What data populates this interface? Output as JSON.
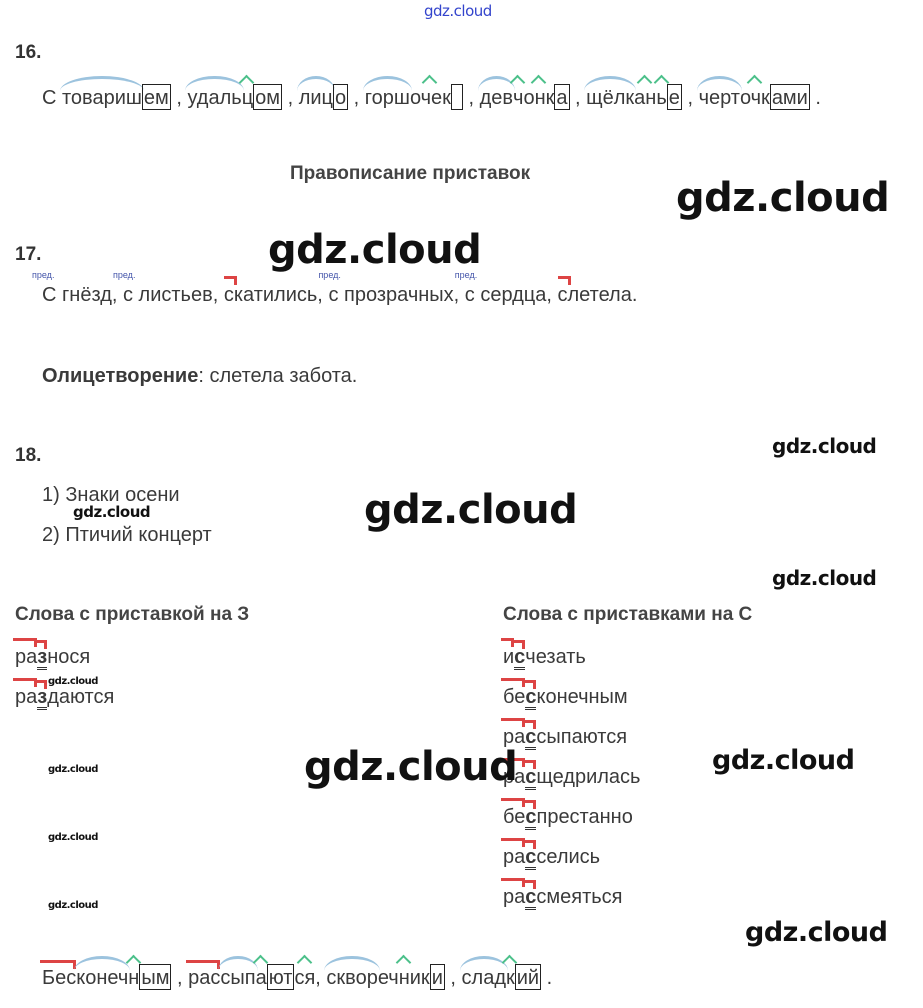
{
  "watermarks": {
    "top": "gdz.cloud",
    "w1": "gdz.cloud",
    "w2": "gdz.cloud",
    "w3": "gdz.cloud",
    "w4": "gdz.cloud",
    "w5": "gdz.cloud",
    "w6": "gdz.cloud",
    "w7": "gdz.cloud",
    "w8": "gdz.cloud",
    "w9": "gdz.cloud",
    "w10": "gdz.cloud",
    "w11": "gdz.cloud",
    "w12": "gdz.cloud"
  },
  "ex16": {
    "number": "16.",
    "line": [
      {
        "t": "С "
      },
      {
        "w": [
          [
            "товариш",
            "root"
          ],
          [
            "ем",
            "end"
          ]
        ]
      },
      {
        "t": " , "
      },
      {
        "w": [
          [
            "удаль",
            "root"
          ],
          [
            "ц",
            "suf"
          ],
          [
            "ом",
            "end"
          ]
        ]
      },
      {
        "t": " , "
      },
      {
        "w": [
          [
            "лиц",
            "root"
          ],
          [
            "о",
            "end"
          ]
        ]
      },
      {
        "t": " , "
      },
      {
        "w": [
          [
            "горш",
            "root"
          ],
          [
            "очек",
            "suf"
          ],
          [
            "",
            "end"
          ]
        ]
      },
      {
        "t": " , "
      },
      {
        "w": [
          [
            "дев",
            "root"
          ],
          [
            "ч",
            "suf"
          ],
          [
            "онк",
            "suf"
          ],
          [
            "а",
            "end"
          ]
        ]
      },
      {
        "t": " , "
      },
      {
        "w": [
          [
            "щёлк",
            "root"
          ],
          [
            "ан",
            "suf"
          ],
          [
            "ь",
            "suf"
          ],
          [
            "е",
            "end"
          ]
        ]
      },
      {
        "t": " , "
      },
      {
        "w": [
          [
            "черт",
            "root"
          ],
          [
            "очк",
            "suf"
          ],
          [
            "ами",
            "end"
          ]
        ]
      },
      {
        "t": " ."
      }
    ]
  },
  "section_title": "Правописание приставок",
  "ex17": {
    "number": "17.",
    "pred_label": "пред.",
    "line": [
      {
        "p": "С"
      },
      {
        "t": " гнёзд, "
      },
      {
        "p": "с"
      },
      {
        "t": " листьев, "
      },
      {
        "m": "с"
      },
      {
        "t": "катились, "
      },
      {
        "p": "с"
      },
      {
        "t": " прозрачных, "
      },
      {
        "p": "с"
      },
      {
        "t": " сердца, "
      },
      {
        "m": "с"
      },
      {
        "t": "летела."
      }
    ],
    "personification_label": "Олицетворение",
    "personification_text": ": слетела забота."
  },
  "ex18": {
    "number": "18.",
    "items": [
      "1) Знаки осени",
      "2) Птичий концерт"
    ],
    "col_z_title": "Слова с приставкой на З",
    "col_s_title": "Слова с приставками на С",
    "col_z": [
      [
        [
          "ра",
          "pref"
        ],
        [
          "з",
          "prefb"
        ],
        [
          "нося",
          ""
        ]
      ],
      [
        [
          "ра",
          "pref"
        ],
        [
          "з",
          "prefb"
        ],
        [
          "даются",
          ""
        ]
      ]
    ],
    "col_s": [
      [
        [
          "и",
          "pref"
        ],
        [
          "с",
          "prefb"
        ],
        [
          "чезать",
          ""
        ]
      ],
      [
        [
          "бе",
          "pref"
        ],
        [
          "с",
          "prefb"
        ],
        [
          "конечным",
          ""
        ]
      ],
      [
        [
          "ра",
          "pref"
        ],
        [
          "с",
          "prefb"
        ],
        [
          "сыпаются",
          ""
        ]
      ],
      [
        [
          "ра",
          "pref"
        ],
        [
          "с",
          "prefb"
        ],
        [
          "щедрилась",
          ""
        ]
      ],
      [
        [
          "бе",
          "pref"
        ],
        [
          "с",
          "prefb"
        ],
        [
          "престанно",
          ""
        ]
      ],
      [
        [
          "ра",
          "pref"
        ],
        [
          "с",
          "prefb"
        ],
        [
          "селись",
          ""
        ]
      ],
      [
        [
          "ра",
          "pref"
        ],
        [
          "с",
          "prefb"
        ],
        [
          "смеяться",
          ""
        ]
      ]
    ],
    "bottom_line": [
      {
        "w": [
          [
            "Бес",
            "pref"
          ],
          [
            "конеч",
            "root"
          ],
          [
            "н",
            "suf"
          ],
          [
            "ым",
            "end"
          ]
        ]
      },
      {
        "t": " , "
      },
      {
        "w": [
          [
            "рас",
            "pref"
          ],
          [
            "сып",
            "root"
          ],
          [
            "а",
            "suf"
          ],
          [
            "ют",
            "end"
          ],
          [
            "ся",
            "suf"
          ]
        ]
      },
      {
        "t": ", "
      },
      {
        "w": [
          [
            "сквор",
            "root"
          ],
          [
            "ечник",
            "suf"
          ],
          [
            "и",
            "end"
          ]
        ]
      },
      {
        "t": " , "
      },
      {
        "w": [
          [
            "слад",
            "root"
          ],
          [
            "к",
            "suf"
          ],
          [
            "ий",
            "end"
          ]
        ]
      },
      {
        "t": " ."
      }
    ]
  }
}
